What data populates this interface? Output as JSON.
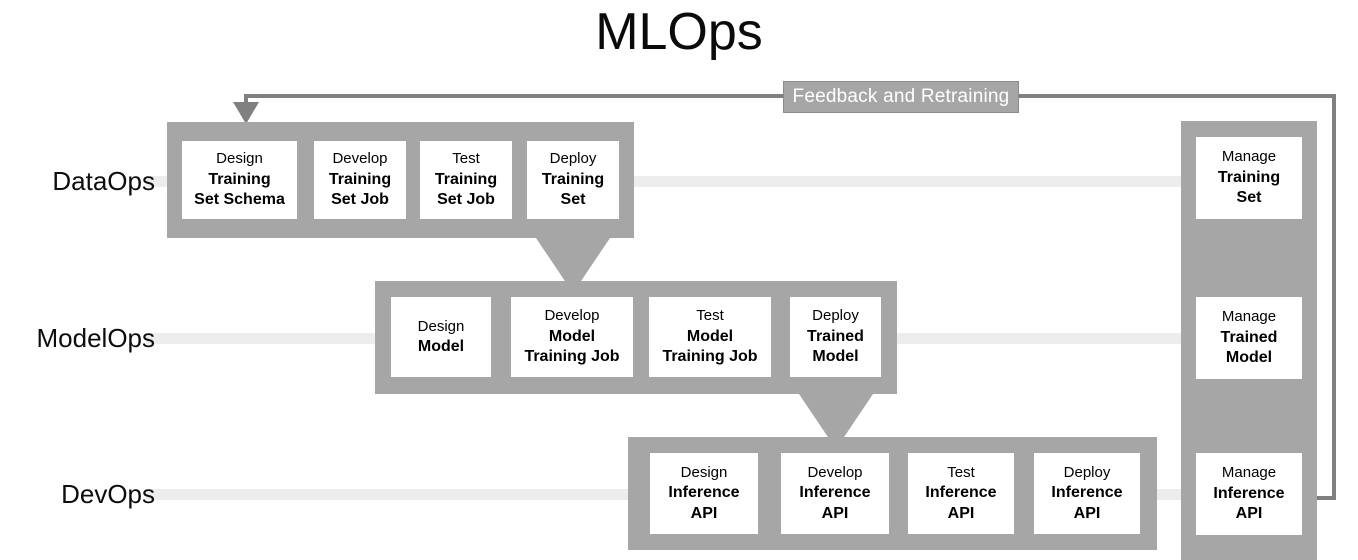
{
  "title": "MLOps",
  "feedback": {
    "label": "Feedback and Retraining"
  },
  "rows": [
    {
      "id": "dataops",
      "label": "DataOps",
      "stages": [
        {
          "verb": "Design",
          "line2": "Training",
          "line3": "Set Schema"
        },
        {
          "verb": "Develop",
          "line2": "Training",
          "line3": "Set Job"
        },
        {
          "verb": "Test",
          "line2": "Training",
          "line3": "Set Job"
        },
        {
          "verb": "Deploy",
          "line2": "Training",
          "line3": "Set"
        }
      ],
      "manage": {
        "verb": "Manage",
        "line2": "Training",
        "line3": "Set"
      }
    },
    {
      "id": "modelops",
      "label": "ModelOps",
      "stages": [
        {
          "verb": "Design",
          "line2": "Model",
          "line3": ""
        },
        {
          "verb": "Develop",
          "line2": "Model",
          "line3": "Training Job"
        },
        {
          "verb": "Test",
          "line2": "Model",
          "line3": "Training Job"
        },
        {
          "verb": "Deploy",
          "line2": "Trained",
          "line3": "Model"
        }
      ],
      "manage": {
        "verb": "Manage",
        "line2": "Trained",
        "line3": "Model"
      }
    },
    {
      "id": "devops",
      "label": "DevOps",
      "stages": [
        {
          "verb": "Design",
          "line2": "Inference",
          "line3": "API"
        },
        {
          "verb": "Develop",
          "line2": "Inference",
          "line3": "API"
        },
        {
          "verb": "Test",
          "line2": "Inference",
          "line3": "API"
        },
        {
          "verb": "Deploy",
          "line2": "Inference",
          "line3": "API"
        }
      ],
      "manage": {
        "verb": "Manage",
        "line2": "Inference",
        "line3": "API"
      }
    }
  ],
  "colors": {
    "band": "#a6a6a6",
    "track": "#ededed",
    "loop": "#808080",
    "box": "#ffffff",
    "text": "#000000"
  }
}
